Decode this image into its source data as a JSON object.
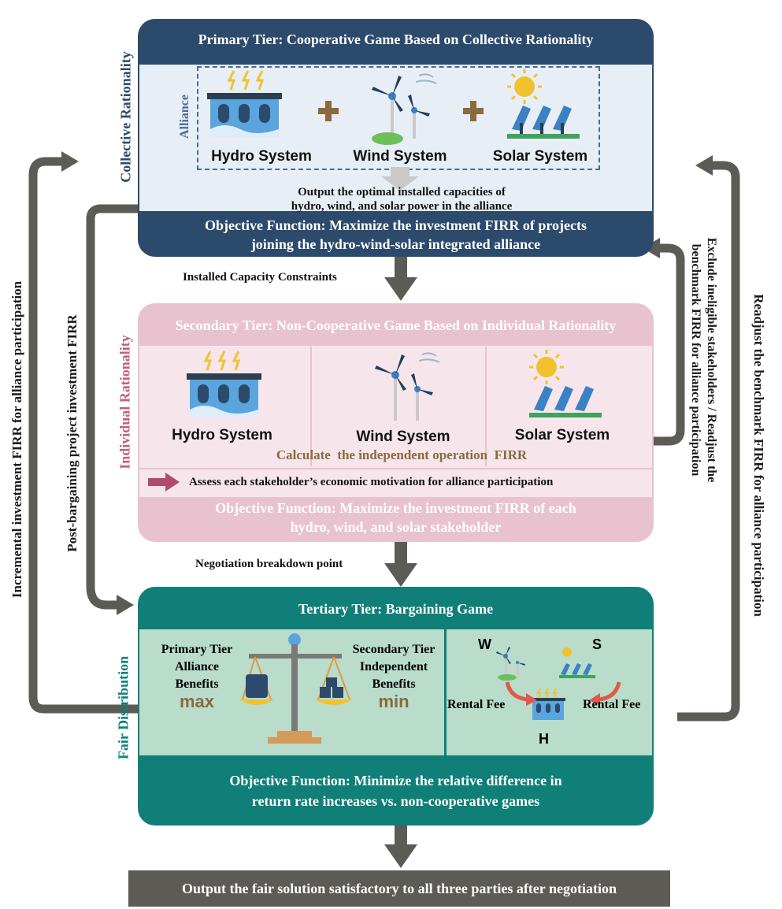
{
  "tier1": {
    "header": "Primary Tier: Cooperative Game Based on Collective Rationality",
    "side_label": "Collective Rationality",
    "alliance_label": "Alliance",
    "systems": [
      "Hydro System",
      "Wind System",
      "Solar System"
    ],
    "output_line1": "Output the optimal installed capacities of",
    "output_line2": "hydro, wind, and solar power in the alliance",
    "objective_line1": "Objective Function: Maximize the investment FIRR of projects",
    "objective_line2": "joining the hydro-wind-solar  integrated alliance"
  },
  "link1_label": "Installed Capacity Constraints",
  "tier2": {
    "header": "Secondary Tier: Non-Cooperative Game Based on Individual Rationality",
    "side_label": "Individual Rationality",
    "systems": [
      "Hydro System",
      "Wind System",
      "Solar System"
    ],
    "calc_label": "Calculate  the independent operation  FIRR",
    "assess_label": "Assess each stakeholder’s economic motivation for alliance participation",
    "objective_line1": "Objective Function: Maximize the investment FIRR of each",
    "objective_line2": "hydro, wind, and solar stakeholder"
  },
  "link2_label": "Negotiation breakdown point",
  "tier3": {
    "header": "Tertiary Tier: Bargaining Game",
    "side_label": "Fair Distribution",
    "left_caption": [
      "Primary Tier",
      "Alliance",
      "Benefits"
    ],
    "left_value": "max",
    "right_caption": [
      "Secondary Tier",
      "Independent",
      "Benefits"
    ],
    "right_value": "min",
    "w_label": "W",
    "s_label": "S",
    "h_label": "H",
    "rental_left": "Rental Fee",
    "rental_right": "Rental Fee",
    "objective_line1": "Objective Function: Minimize the relative difference in",
    "objective_line2": "return rate increases vs. non-cooperative games"
  },
  "final_output": "Output the fair solution satisfactory to all three parties after negotiation",
  "side_left_outer": "Incremental investment FIRR for alliance participation",
  "side_left_inner": "Post-bargaining project investment FIRR",
  "side_right_inner_line1": "Exclude ineligible stakeholders / Readjust the",
  "side_right_inner_line2": "benchmark FIRR for alliance participation",
  "side_right_outer": "Readjust the benchmark FIRR for alliance participation",
  "colors": {
    "navy": "#2c4a6b",
    "navy_light": "#e8eef5",
    "pink": "#e8c3cf",
    "pink_light": "#f6e6ec",
    "pink_text": "#c06080",
    "teal": "#0f7f78",
    "teal_light": "#b9dccb",
    "arrow_gray": "#5c5b55",
    "plus_brown": "#8a6a3d"
  }
}
